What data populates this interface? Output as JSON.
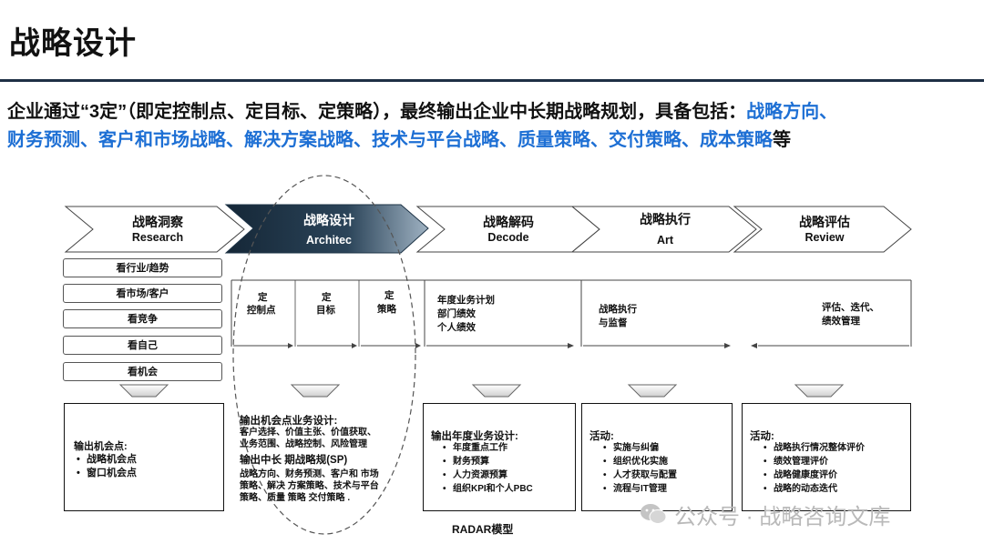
{
  "title": "战略设计",
  "intro": {
    "plain": "企业通过“3定”（即定控制点、定目标、定策略），最终输出企业中长期战略规划，具备包括：",
    "highlight_line1": "战略方向、",
    "highlight_line2": "财务预测、客户和市场战略、解决方案战略、技术与平台战略、质量策略、交付策略、成本策略",
    "tail": "等"
  },
  "stages": [
    {
      "cn": "战略洞察",
      "en": "Research"
    },
    {
      "cn": "战略设计",
      "en": "Architec"
    },
    {
      "cn": "战略解码",
      "en": "Decode"
    },
    {
      "cn": "战略执行",
      "en": "Art"
    },
    {
      "cn": "战略评估",
      "en": "Review"
    }
  ],
  "left_items": [
    "看行业/趋势",
    "看市场/客户",
    "看竞争",
    "看自己",
    "看机会"
  ],
  "design_cols": [
    {
      "top": "定",
      "bottom": "控制点"
    },
    {
      "top": "定",
      "bottom": "目标"
    },
    {
      "top": "定",
      "bottom": "策略"
    }
  ],
  "decode_text": [
    "年度业务计划",
    "部门绩效",
    "个人绩效"
  ],
  "execute_text": [
    "战略执行",
    "与监督"
  ],
  "review_text": [
    "评估、迭代、",
    "绩效管理"
  ],
  "boxes": {
    "research": {
      "title": "输出机会点:",
      "items": [
        "战略机会点",
        "窗口机会点"
      ]
    },
    "design": {
      "title1": "输出机会点业务设计:",
      "lines1": [
        "客户选择、价值主张、价值获取、",
        "业务范围、战略控制、风险管理"
      ],
      "title2": "输出中长 期战略规(SP)",
      "lines2": [
        "战略方向、财务预测、客户和 市场",
        "策略、解决 方案策略、技术与平台",
        "策略、质量 策略  交付策略  ."
      ]
    },
    "decode": {
      "title": "输出年度业务设计:",
      "items": [
        "年度重点工作",
        "财务预算",
        "人力资源预算",
        "组织KPI和个人PBC"
      ]
    },
    "execute": {
      "title": "活动:",
      "items": [
        "实施与纠偏",
        "组织优化实施",
        "人才获取与配置",
        "流程与IT管理"
      ]
    },
    "review": {
      "title": "活动:",
      "items": [
        "战略执行情况整体评价",
        "绩效管理评价",
        "战略健康度评价",
        "战略的动态迭代"
      ]
    }
  },
  "caption": "RADAR模型",
  "watermark": "公众号 · 战略咨询文库",
  "colors": {
    "accent": "#1d6fd4",
    "dark_arrow": "#1e3447"
  }
}
